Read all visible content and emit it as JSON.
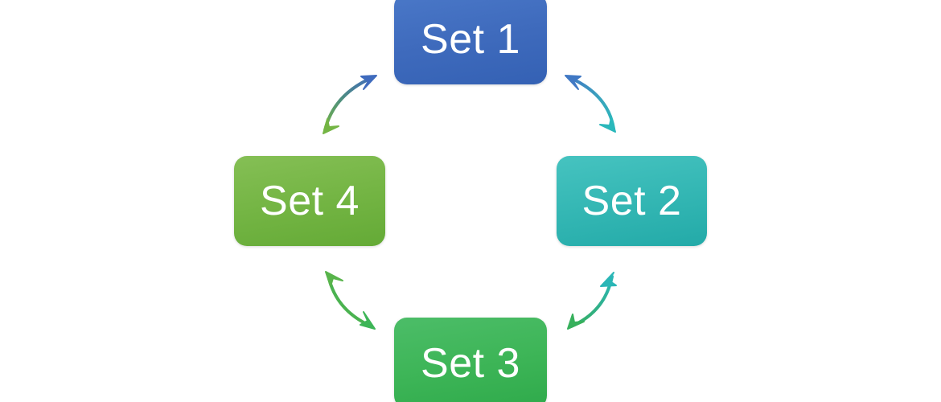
{
  "diagram": {
    "type": "cycle",
    "title": "",
    "background_color": "#ffffff",
    "nodes": [
      {
        "id": "set-1",
        "label": "Set 1",
        "position": "top",
        "color": "#3f6bbd",
        "text_color": "#ffffff"
      },
      {
        "id": "set-2",
        "label": "Set 2",
        "position": "right",
        "color": "#34b7b4",
        "text_color": "#ffffff"
      },
      {
        "id": "set-3",
        "label": "Set 3",
        "position": "bottom",
        "color": "#3db557",
        "text_color": "#ffffff"
      },
      {
        "id": "set-4",
        "label": "Set 4",
        "position": "left",
        "color": "#74b544",
        "text_color": "#ffffff"
      }
    ],
    "connectors": [
      {
        "id": "set-4-to-set-1",
        "from": "set-4",
        "to": "set-1",
        "style": "curved-double-headed-arrow",
        "start_color": "#3f6bbd",
        "end_color": "#74b544"
      },
      {
        "id": "set-1-to-set-2",
        "from": "set-1",
        "to": "set-2",
        "style": "curved-double-headed-arrow",
        "start_color": "#3f6bbd",
        "end_color": "#34b7b4"
      },
      {
        "id": "set-2-to-set-3",
        "from": "set-2",
        "to": "set-3",
        "style": "curved-double-headed-arrow",
        "start_color": "#34b7b4",
        "end_color": "#3db557"
      },
      {
        "id": "set-3-to-set-4",
        "from": "set-3",
        "to": "set-4",
        "style": "curved-double-headed-arrow",
        "start_color": "#3db557",
        "end_color": "#74b544"
      }
    ]
  }
}
